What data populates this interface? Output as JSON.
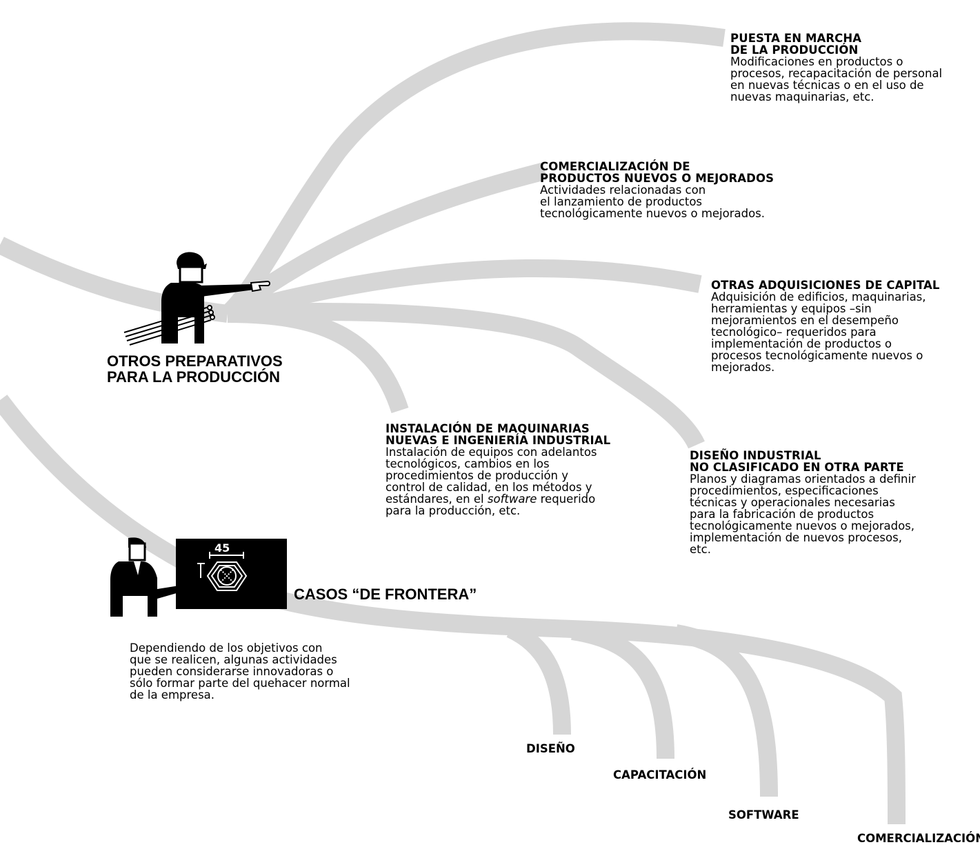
{
  "blocks": {
    "puesta": {
      "title_1": "PUESTA EN MARCHA",
      "title_2": "DE LA PRODUCCIÓN",
      "lines": [
        "Modificaciones en productos o",
        "procesos,  recapacitación de personal",
        "en nuevas técnicas o en el uso de",
        "nuevas maquinarias, etc."
      ]
    },
    "comercializacion": {
      "title_1": "COMERCIALIZACIÓN DE",
      "title_2": "PRODUCTOS NUEVOS O MEJORADOS",
      "lines": [
        "Actividades relacionadas con",
        "el lanzamiento de productos",
        "tecnológicamente nuevos o mejorados."
      ]
    },
    "adquisiciones": {
      "title_1": "OTRAS ADQUISICIONES DE CAPITAL",
      "lines": [
        "Adquisición de edificios, maquinarias,",
        "herramientas y equipos –sin",
        "mejoramientos en el desempeño",
        "tecnológico– requeridos para",
        "implementación de productos o",
        "procesos tecnológicamente nuevos o",
        "mejorados."
      ]
    },
    "instalacion": {
      "title_1": "INSTALACIÓN DE MAQUINARIAS",
      "title_2": "NUEVAS E INGENIERÍA INDUSTRIAL",
      "lines": [
        "Instalación de equipos con adelantos",
        "tecnológicos, cambios en los",
        "procedimientos de producción y",
        "control de calidad, en los métodos y"
      ],
      "line_5_pre": "estándares, en el ",
      "line_5_em": "software",
      "line_5_post": " requerido",
      "line_6": "para la producción, etc."
    },
    "diseno_industrial": {
      "title_1": "DISEÑO INDUSTRIAL",
      "title_2": "NO CLASIFICADO EN OTRA PARTE",
      "lines": [
        "Planos y diagramas orientados a definir",
        "procedimientos, especificaciones",
        "técnicas y operacionales necesarias",
        "para la fabricación de productos",
        "tecnológicamente nuevos o mejorados,",
        "implementación de nuevos procesos,",
        "etc."
      ]
    },
    "frontera_desc": {
      "lines": [
        "Dependiendo de los objetivos con",
        "que se realicen, algunas actividades",
        "pueden considerarse innovadoras o",
        "sólo formar parte del quehacer normal",
        "de la empresa."
      ]
    }
  },
  "headings": {
    "otros_1": "OTROS PREPARATIVOS",
    "otros_2": "PARA LA PRODUCCIÓN",
    "frontera": "CASOS “DE FRONTERA”"
  },
  "board": {
    "dimension": "45"
  },
  "leaves": {
    "diseno": "DISEÑO",
    "capacitacion": "CAPACITACIÓN",
    "software": "SOFTWARE",
    "comercializacion": "COMERCIALIZACIÓN"
  },
  "colors": {
    "branch": "#d6d6d6",
    "ink": "#000000",
    "paper": "#ffffff"
  }
}
